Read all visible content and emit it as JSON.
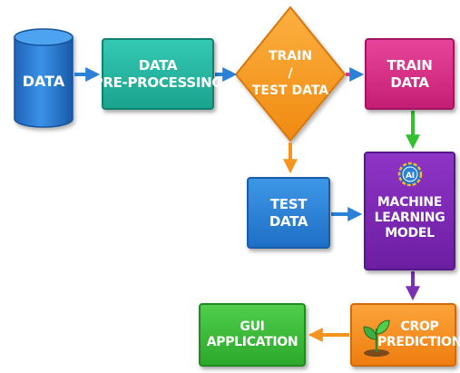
{
  "nodes": {
    "data": {
      "label": "DATA"
    },
    "preprocessing": {
      "lines": [
        "DATA",
        "PRE-PROCESSING"
      ]
    },
    "split": {
      "lines": [
        "TRAIN",
        "/",
        "TEST DATA"
      ]
    },
    "train_data": {
      "lines": [
        "TRAIN",
        "DATA"
      ]
    },
    "test_data": {
      "lines": [
        "TEST",
        "DATA"
      ]
    },
    "ml_model": {
      "lines": [
        "MACHINE",
        "LEARNING",
        "MODEL"
      ],
      "badge": "AI"
    },
    "crop_prediction": {
      "lines": [
        "CROP",
        "PREDICTION"
      ]
    },
    "gui_application": {
      "lines": [
        "GUI",
        "APPLICATION"
      ]
    }
  },
  "colors": {
    "data": "#2b7fd8",
    "preprocessing": "#22b5a0",
    "split": "#f7941d",
    "train_data": "#e0338a",
    "test_data": "#2a80da",
    "ml_model": "#7b25b3",
    "crop_prediction": "#f58a1f",
    "gui_application": "#3bbd3a",
    "arrow_blue": "#2b80d8",
    "arrow_orange": "#f7941d",
    "arrow_green": "#35c02e",
    "arrow_purple": "#7b2fb5",
    "arrow_pink": "#e0338a"
  },
  "icons": [
    "cylinder-database-shape",
    "ai-brain-icon",
    "plant-sprout-icon"
  ]
}
